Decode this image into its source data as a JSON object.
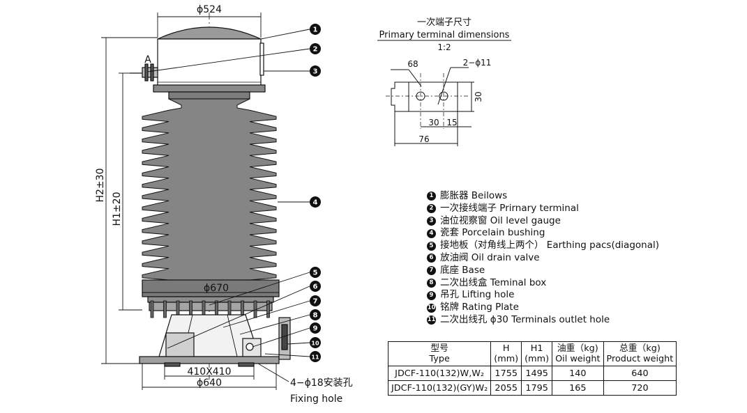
{
  "dimensions": {
    "top_diameter": "ϕ524",
    "h2": "H2±30",
    "h1": "H1±20",
    "mid_diameter": "ϕ670",
    "bolt_square": "410X410",
    "base_diameter": "ϕ640",
    "fixing_hole_cn": "4−ϕ18安装孔",
    "fixing_hole_en": "Fixing hole",
    "terminal_marker": "A"
  },
  "callouts": [
    "1",
    "2",
    "3",
    "4",
    "5",
    "6",
    "7",
    "8",
    "9",
    "10",
    "11"
  ],
  "primary_terminal": {
    "title_cn": "一次端子尺寸",
    "title_en": "Primary terminal dimensions",
    "scale": "1:2",
    "dim_68": "68",
    "dim_hole": "2−ϕ11",
    "dim_30_h": "30",
    "dim_30_v": "30",
    "dim_15": "15",
    "dim_76": "76"
  },
  "legend": [
    {
      "num": "1",
      "text": "膨胀器 Beilows"
    },
    {
      "num": "2",
      "text": "一次接线端子 Prirnary terminal"
    },
    {
      "num": "3",
      "text": "油位视察窗 Oil level gauge"
    },
    {
      "num": "4",
      "text": "瓷套  Porcelain bushing"
    },
    {
      "num": "5",
      "text": "接地板（对角线上两个） Earthing pacs(diagonal)"
    },
    {
      "num": "6",
      "text": "放油阀 Oil drain valve"
    },
    {
      "num": "7",
      "text": "底座  Base"
    },
    {
      "num": "8",
      "text": "二次出线盒 Teminal box"
    },
    {
      "num": "9",
      "text": "吊孔  Lifting hole"
    },
    {
      "num": "10",
      "text": "铭牌  Rating Plate"
    },
    {
      "num": "11",
      "text": "二次出线孔 ϕ30  Terminals outlet hole"
    }
  ],
  "table": {
    "headers": [
      [
        "型号",
        "Type"
      ],
      [
        "H",
        "(mm)"
      ],
      [
        "H1",
        "(mm)"
      ],
      [
        "油重（kg)",
        "Oil weight"
      ],
      [
        "总重（kg)",
        "Product weight"
      ]
    ],
    "rows": [
      [
        "JDCF-110(132)W,W₂",
        "1755",
        "1495",
        "140",
        "640"
      ],
      [
        "JDCF-110(132)(GY)W₂",
        "2055",
        "1795",
        "165",
        "720"
      ]
    ]
  }
}
